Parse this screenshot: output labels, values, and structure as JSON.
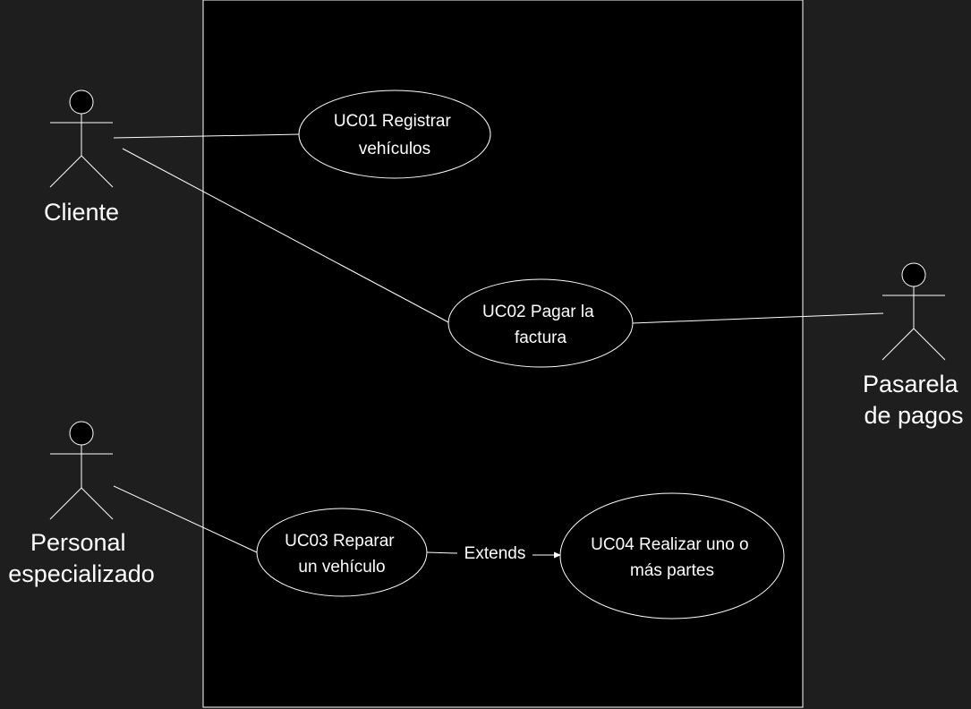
{
  "colors": {
    "background": "#1e1e1e",
    "system_fill": "#000000",
    "stroke": "#ffffff",
    "text": "#ffffff"
  },
  "actors": [
    {
      "id": "cliente",
      "label_lines": [
        "Cliente"
      ],
      "icon": "stick-figure-icon"
    },
    {
      "id": "personal",
      "label_lines": [
        "Personal",
        "especializado"
      ],
      "icon": "stick-figure-icon"
    },
    {
      "id": "pasarela",
      "label_lines": [
        "Pasarela",
        "de pagos"
      ],
      "icon": "stick-figure-icon"
    }
  ],
  "use_cases": [
    {
      "id": "uc01",
      "label_lines": [
        "UC01 Registrar",
        "vehículos"
      ]
    },
    {
      "id": "uc02",
      "label_lines": [
        "UC02 Pagar la",
        "factura"
      ]
    },
    {
      "id": "uc03",
      "label_lines": [
        "UC03 Reparar",
        "un vehículo"
      ]
    },
    {
      "id": "uc04",
      "label_lines": [
        "UC04 Realizar uno o",
        "más partes"
      ]
    }
  ],
  "relations": [
    {
      "from": "cliente",
      "to": "uc01",
      "type": "association"
    },
    {
      "from": "cliente",
      "to": "uc02",
      "type": "association"
    },
    {
      "from": "uc02",
      "to": "pasarela",
      "type": "association"
    },
    {
      "from": "personal",
      "to": "uc03",
      "type": "association"
    },
    {
      "from": "uc03",
      "to": "uc04",
      "type": "extends",
      "label": "Extends"
    }
  ]
}
